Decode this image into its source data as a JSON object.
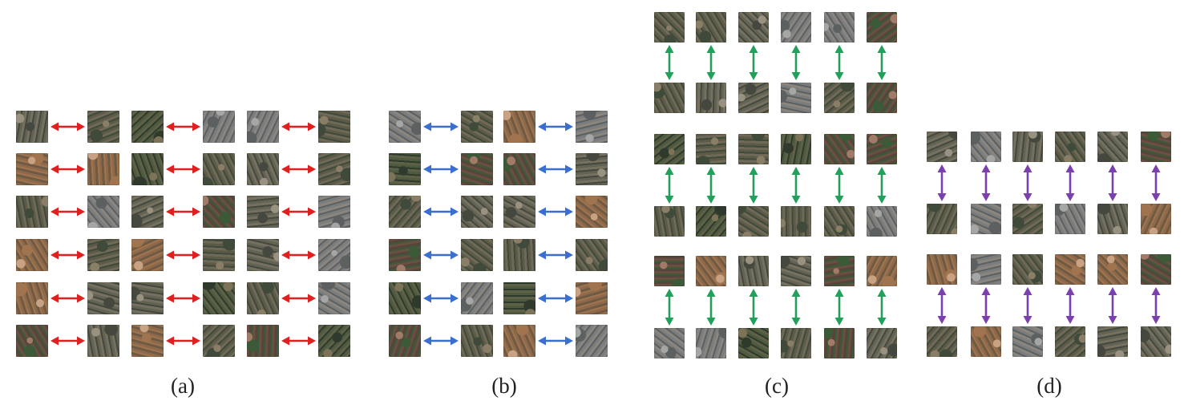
{
  "colors": {
    "group_a": "#e02020",
    "group_b": "#3a6fd0",
    "group_c": "#22a05a",
    "group_d": "#7b3fae"
  },
  "tile_palettes": [
    [
      "#5d5a47",
      "#3f4a3a",
      "#8a7f66",
      "#6f6a58"
    ],
    [
      "#4d5a3e",
      "#2f3a2c",
      "#7c7358",
      "#5e6048"
    ],
    [
      "#636353",
      "#44483e",
      "#9a9280",
      "#75705f"
    ],
    [
      "#8e6a4b",
      "#a0744e",
      "#c8a282",
      "#6f5a44"
    ],
    [
      "#7a7c7d",
      "#5d6061",
      "#a5a7a6",
      "#8b8580"
    ],
    [
      "#6b4f43",
      "#3d5a38",
      "#a27b68",
      "#55463c"
    ]
  ],
  "panels": [
    {
      "id": "a",
      "caption": "(a)",
      "orientation": "horizontal",
      "pairs": 18,
      "icon": "double-arrow-icon"
    },
    {
      "id": "b",
      "caption": "(b)",
      "orientation": "horizontal",
      "pairs": 12,
      "icon": "double-arrow-icon"
    },
    {
      "id": "c",
      "caption": "(c)",
      "orientation": "vertical",
      "pairs": 18,
      "icon": "double-arrow-icon"
    },
    {
      "id": "d",
      "caption": "(d)",
      "orientation": "vertical",
      "pairs": 12,
      "icon": "double-arrow-icon"
    }
  ]
}
